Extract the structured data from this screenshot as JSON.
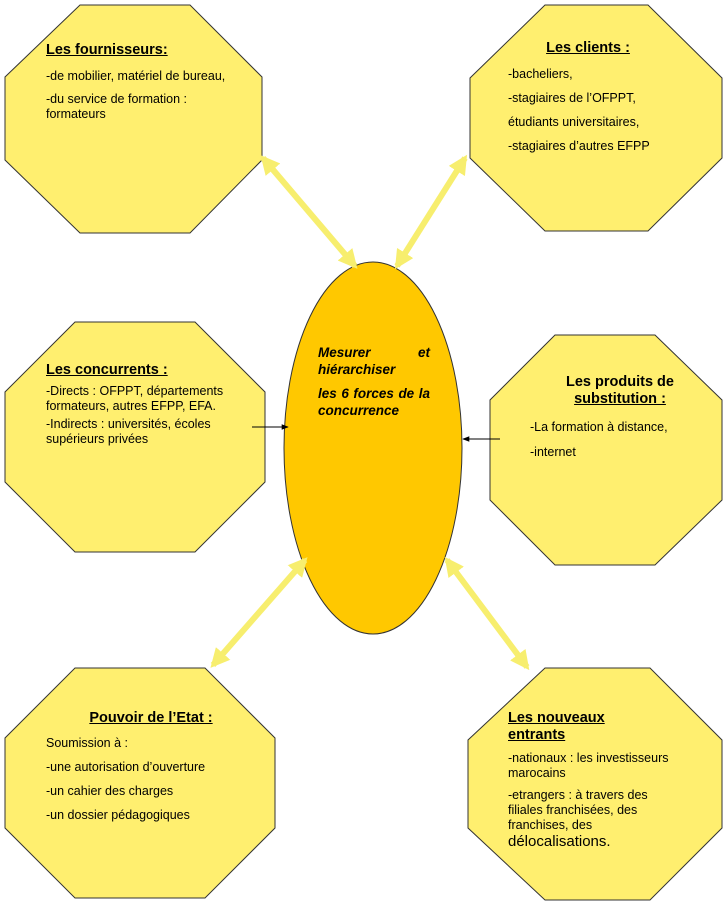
{
  "colors": {
    "octagon_fill": "#FFEF6F",
    "octagon_stroke": "#333333",
    "ellipse_fill": "#FFC800",
    "ellipse_stroke": "#333333",
    "arrow": "#F7EE6E"
  },
  "center": {
    "line1": "Mesurer et hiérarchiser",
    "line2": "les 6 forces de la concurrence"
  },
  "fournisseurs": {
    "title": "Les fournisseurs:",
    "items": [
      "-de mobilier, matériel de bureau,",
      "-du service de formation : formateurs"
    ]
  },
  "clients": {
    "title": "Les clients :",
    "items": [
      "-bacheliers,",
      "-stagiaires de l’OFPPT,",
      "étudiants universitaires,",
      "-stagiaires d’autres EFPP"
    ]
  },
  "concurrents": {
    "title": "Les concurrents :",
    "items": [
      "-Directs : OFPPT, départements formateurs, autres EFPP, EFA.",
      "-Indirects : universités, écoles supérieurs privées"
    ]
  },
  "substitution": {
    "title_line1": "Les produits de",
    "title_line2": "substitution :",
    "items": [
      "-La formation à distance,",
      "-internet"
    ]
  },
  "etat": {
    "title": "Pouvoir de l’Etat :",
    "items": [
      "Soumission à :",
      "-une autorisation d’ouverture",
      "-un cahier des charges",
      "-un dossier pédagogiques"
    ]
  },
  "entrants": {
    "title_line1": "Les nouveaux",
    "title_line2": "entrants",
    "items": [
      "-nationaux : les investisseurs marocains",
      "-etrangers : à travers des filiales franchisées, des franchises, des"
    ],
    "last_word": "délocalisations."
  }
}
